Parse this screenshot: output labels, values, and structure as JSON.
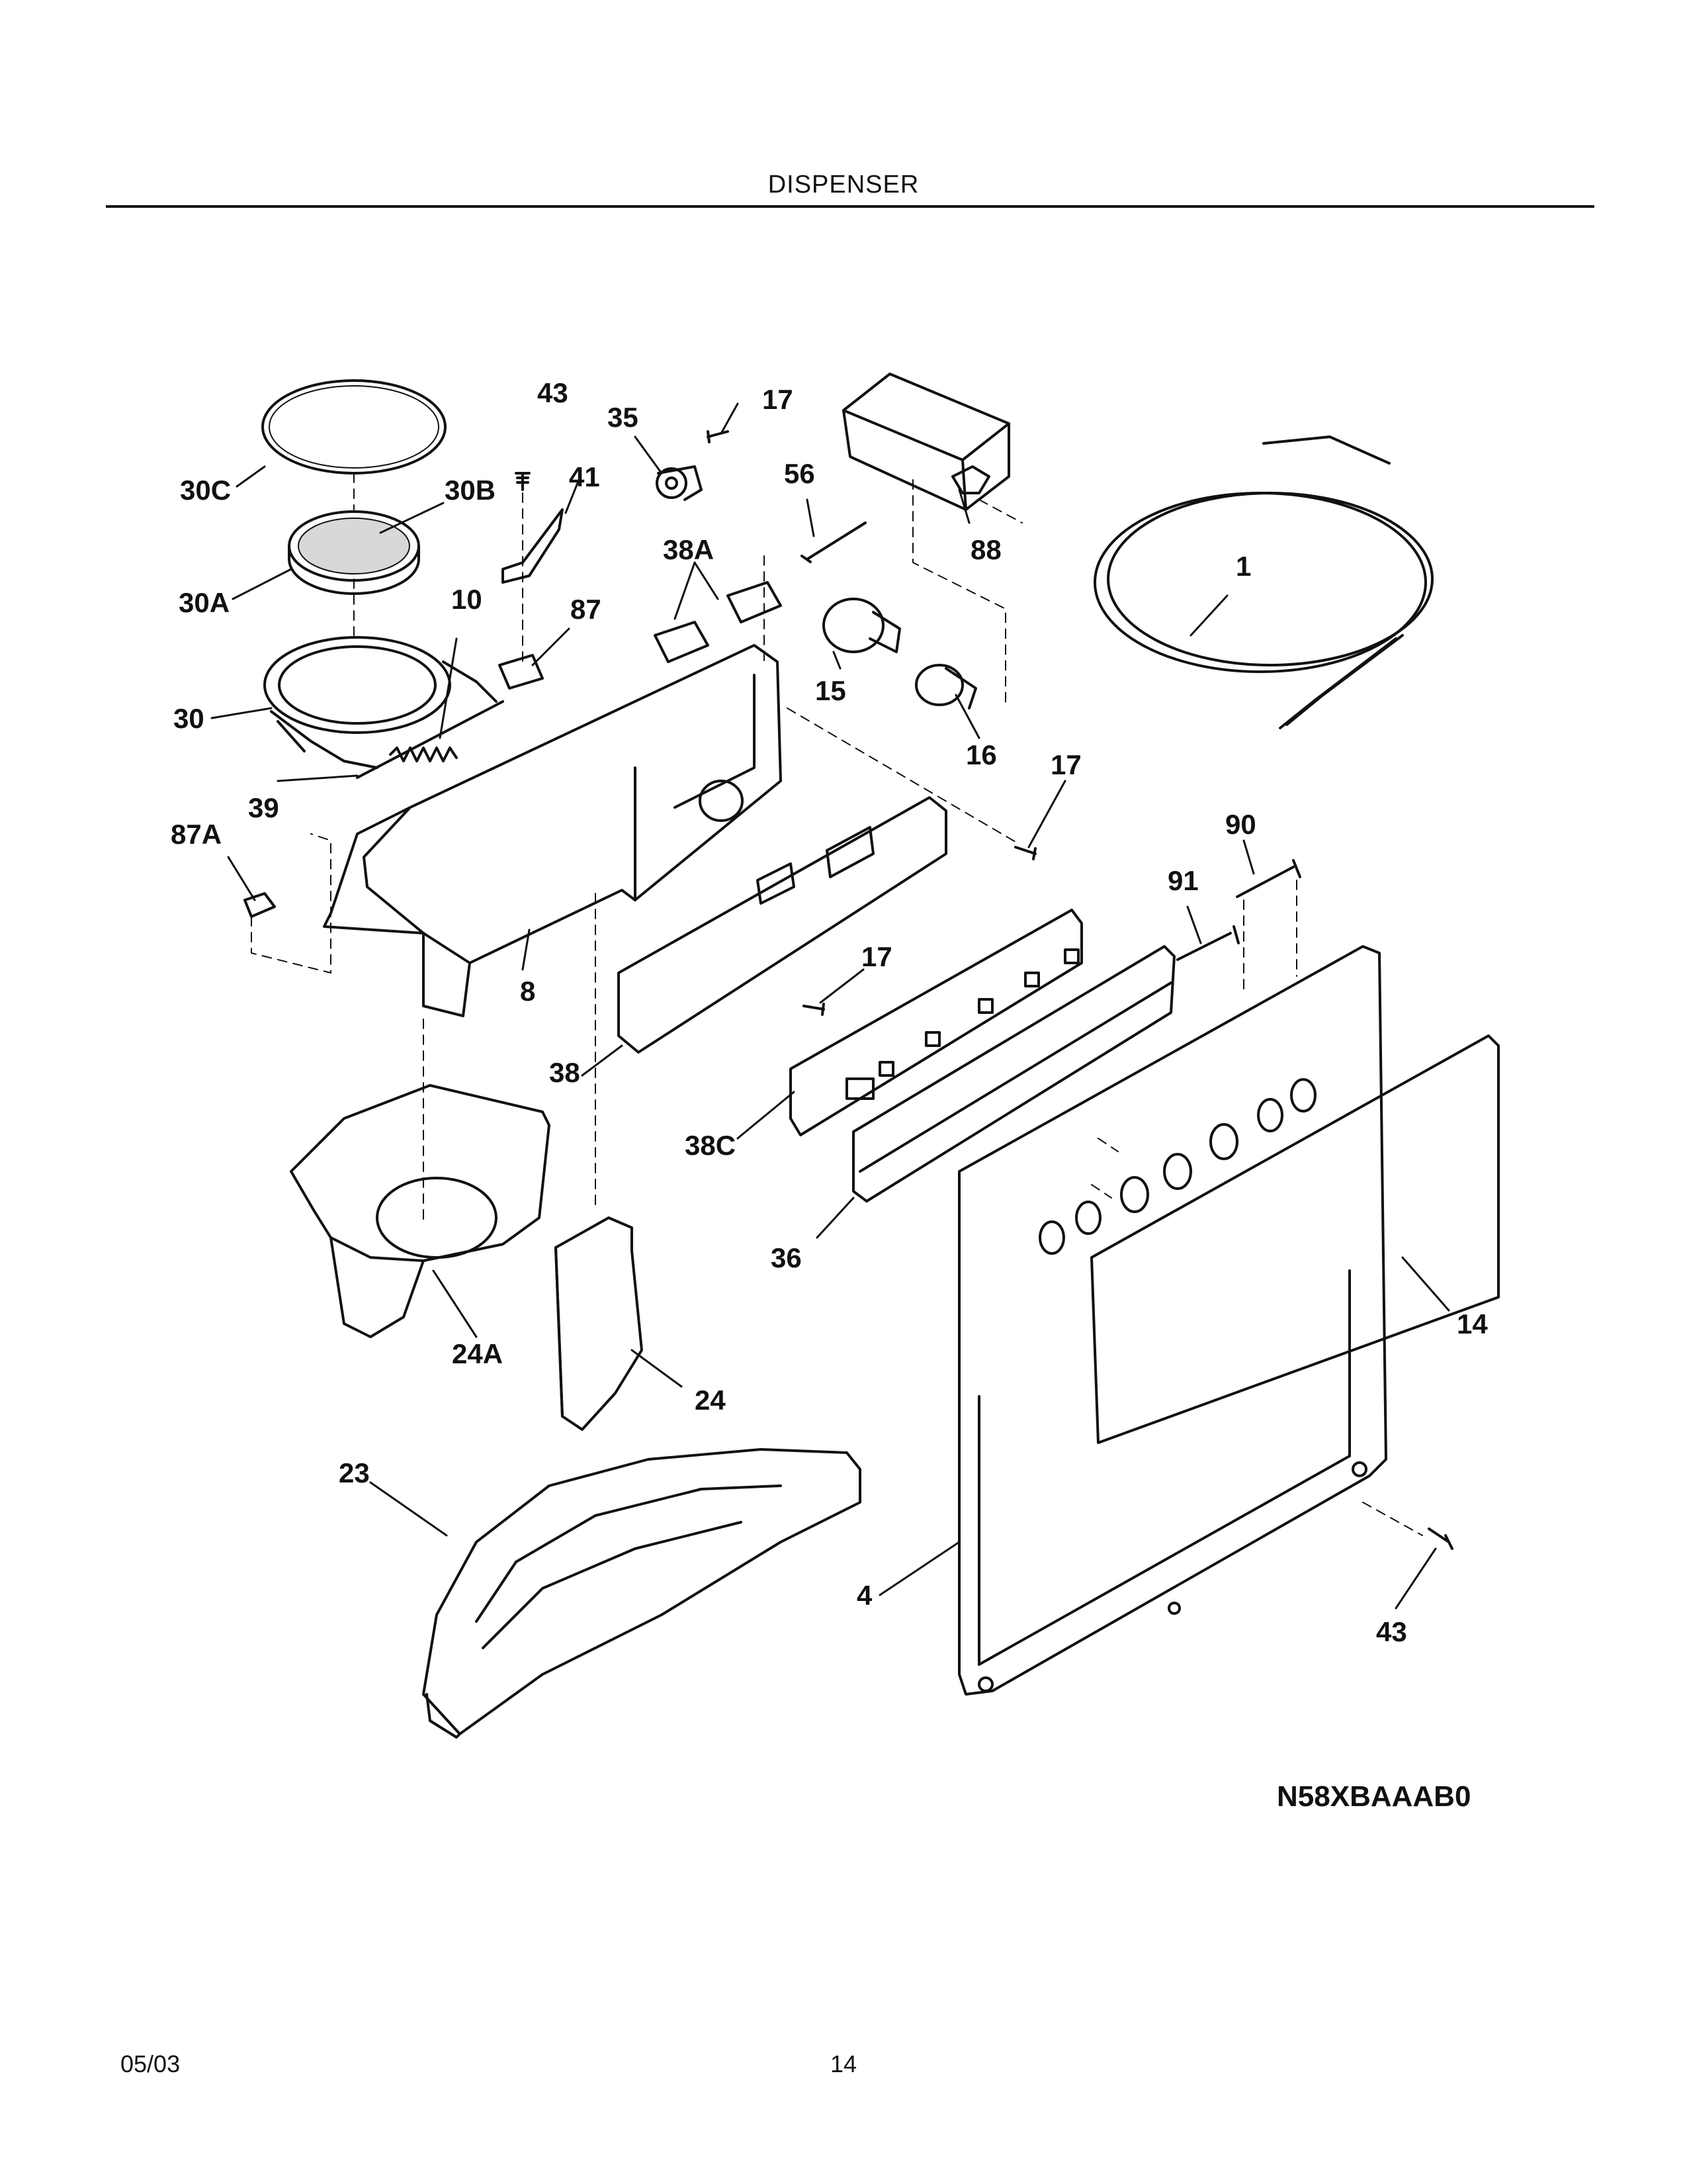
{
  "header": {
    "title": "DISPENSER"
  },
  "model_number": "N58XBAAAB0",
  "footer": {
    "date": "05/03",
    "page": "14"
  },
  "part_labels": {
    "p43a": "43",
    "p35": "35",
    "p17a": "17",
    "p30c": "30C",
    "p30b": "30B",
    "p41": "41",
    "p56": "56",
    "p88": "88",
    "p38a": "38A",
    "p1": "1",
    "p30a": "30A",
    "p10": "10",
    "p87": "87",
    "p15": "15",
    "p30": "30",
    "p16": "16",
    "p17b": "17",
    "p39": "39",
    "p87a": "87A",
    "p90": "90",
    "p91": "91",
    "p8": "8",
    "p17c": "17",
    "p38": "38",
    "p38c": "38C",
    "p36": "36",
    "p24a": "24A",
    "p14": "14",
    "p24": "24",
    "p23": "23",
    "p4": "4",
    "p43b": "43"
  }
}
